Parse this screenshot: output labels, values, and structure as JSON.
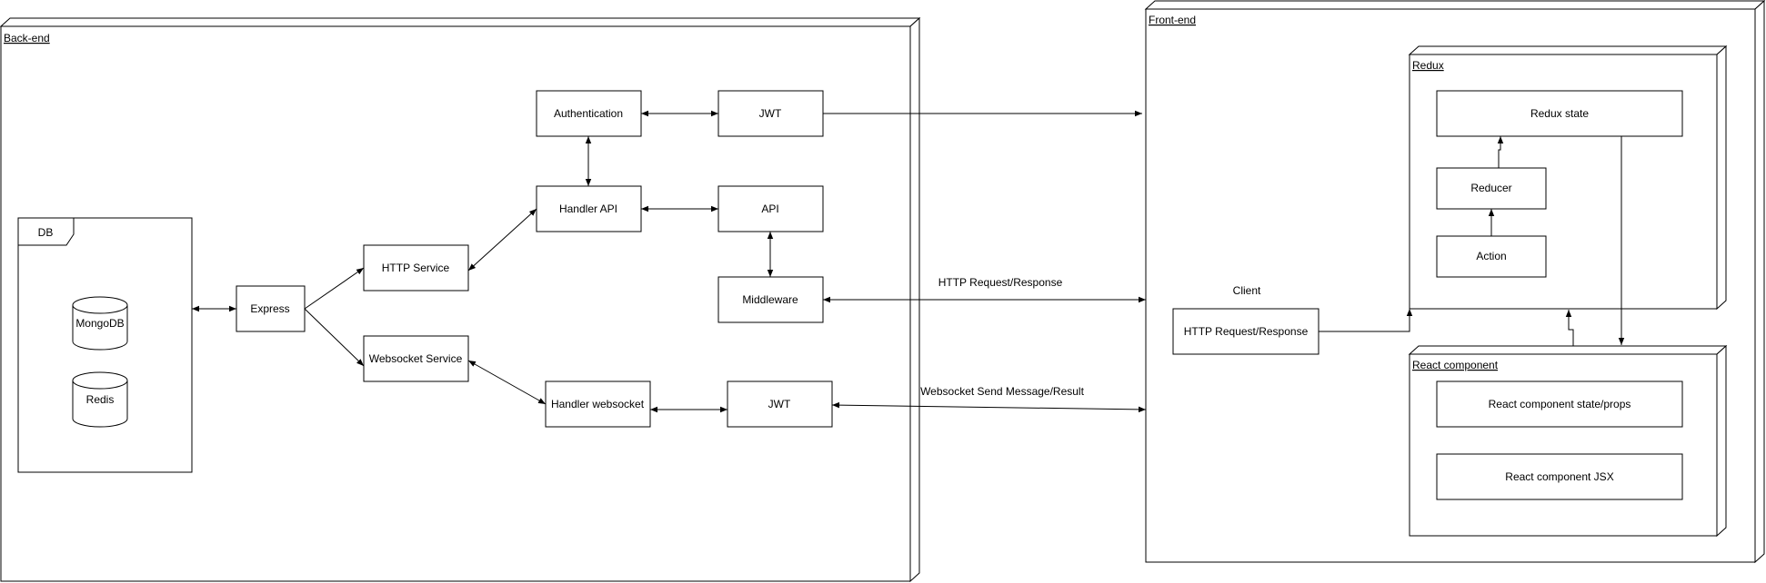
{
  "packages": {
    "backend": "Back-end",
    "frontend": "Front-end",
    "redux": "Redux",
    "react": "React component"
  },
  "nodes": {
    "db_label": "DB",
    "mongodb": "MongoDB",
    "redis": "Redis",
    "express": "Express",
    "http_service": "HTTP Service",
    "websocket_service": "Websocket Service",
    "authentication": "Authentication",
    "handler_api": "Handler API",
    "handler_websocket": "Handler websocket",
    "jwt_top": "JWT",
    "api": "API",
    "middleware": "Middleware",
    "jwt_bottom": "JWT",
    "client_label": "Client",
    "client_http": "HTTP Request/Response",
    "redux_state": "Redux state",
    "reducer": "Reducer",
    "action": "Action",
    "react_state": "React component state/props",
    "react_jsx": "React component JSX"
  },
  "edge_labels": {
    "http": "HTTP Request/Response",
    "websocket": "Websocket Send Message/Result"
  }
}
